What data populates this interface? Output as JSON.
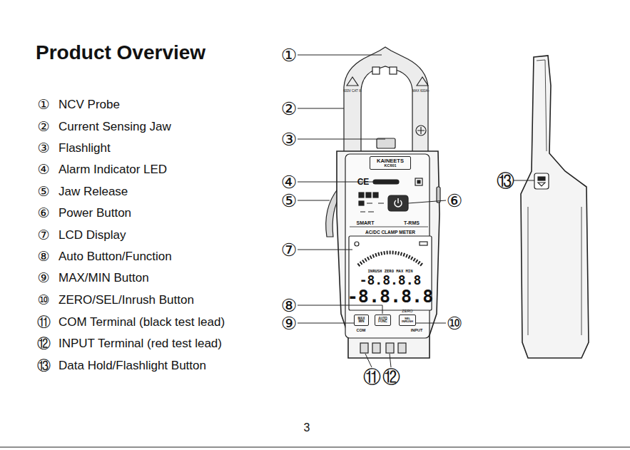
{
  "diagram": {
    "title": "Product Overview",
    "nodes": [
      {
        "text": [
          "KAINEETS",
          "KC601"
        ]
      },
      {
        "text": [
          "INRUSH ZERO MAX MIN",
          "-8.8.8.8",
          "-8.8.8.8"
        ]
      },
      {
        "text": [
          "MAX MIN"
        ]
      },
      {
        "text": [
          "AUTO FUNC"
        ]
      },
      {
        "text": [
          "SEL INRUSH"
        ]
      }
    ],
    "labels": [
      "①",
      "NCV Probe",
      "②",
      "Current Sensing Jaw",
      "③",
      "Flashlight",
      "④",
      "Alarm Indicator LED",
      "⑤",
      "Jaw Release",
      "⑥",
      "Power Button",
      "⑦",
      "LCD Display",
      "⑧",
      "Auto Button/Function",
      "⑨",
      "MAX/MIN Button",
      "⑩",
      "ZERO/SEL/Inrush Button",
      "⑪",
      "COM Terminal (black test lead)",
      "⑫",
      "INPUT Terminal (red test lead)",
      "⑬",
      "Data Hold/Flashlight Button",
      "①",
      "②",
      "③",
      "④",
      "⑤",
      "⑥",
      "⑦",
      "⑧",
      "⑨",
      "⑩",
      "⑪",
      "⑫",
      "⑬",
      "3",
      "SMART",
      "T-RMS",
      "AC/DC CLAMP METER",
      "ZERO",
      "COM",
      "INPUT",
      "600V CAT III",
      "MAX 600A~",
      "CE"
    ]
  }
}
